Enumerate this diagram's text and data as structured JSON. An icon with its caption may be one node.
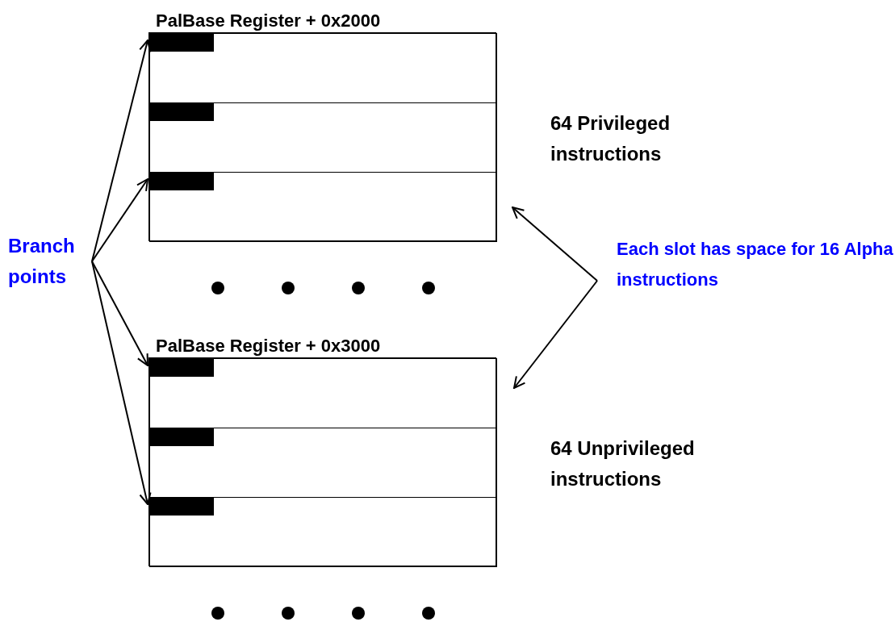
{
  "diagram": {
    "nodes": [
      {
        "text": [
          "Branch points"
        ]
      },
      {
        "text": [
          "PalBase Register + 0x2000"
        ],
        "beside": [
          "64 Privileged instructions"
        ]
      },
      {
        "text": [],
        "shape": "box",
        "in": 1
      },
      {
        "text": [],
        "shape": "box",
        "in": 1
      },
      {
        "text": [],
        "shape": "box",
        "in": 1
      },
      {
        "text": [],
        "shape": "bar",
        "in": 2
      },
      {
        "text": [],
        "shape": "bar",
        "in": 3
      },
      {
        "text": [],
        "shape": "bar",
        "in": 4
      },
      {
        "text": [
          "PalBase Register + 0x3000"
        ],
        "beside": [
          "64 Unprivileged instructions"
        ]
      },
      {
        "text": [],
        "shape": "box",
        "in": 8
      },
      {
        "text": [],
        "shape": "box",
        "in": 8
      },
      {
        "text": [],
        "shape": "box",
        "in": 8
      },
      {
        "text": [],
        "shape": "bar",
        "in": 9
      },
      {
        "text": [],
        "shape": "bar",
        "in": 10
      },
      {
        "text": [],
        "shape": "bar",
        "in": 11
      },
      {
        "text": [
          "Each slot has space for 16 Alpha instructions"
        ]
      }
    ],
    "edges": [
      {
        "from": 0,
        "to": 5,
        "arrow": "to"
      },
      {
        "from": 0,
        "to": 7,
        "arrow": "to"
      },
      {
        "from": 0,
        "to": 12,
        "arrow": "to"
      },
      {
        "from": 0,
        "to": 14,
        "arrow": "to"
      },
      {
        "from": 15,
        "to": 1,
        "arrow": "to"
      },
      {
        "from": 15,
        "to": 8,
        "arrow": "to"
      }
    ]
  }
}
